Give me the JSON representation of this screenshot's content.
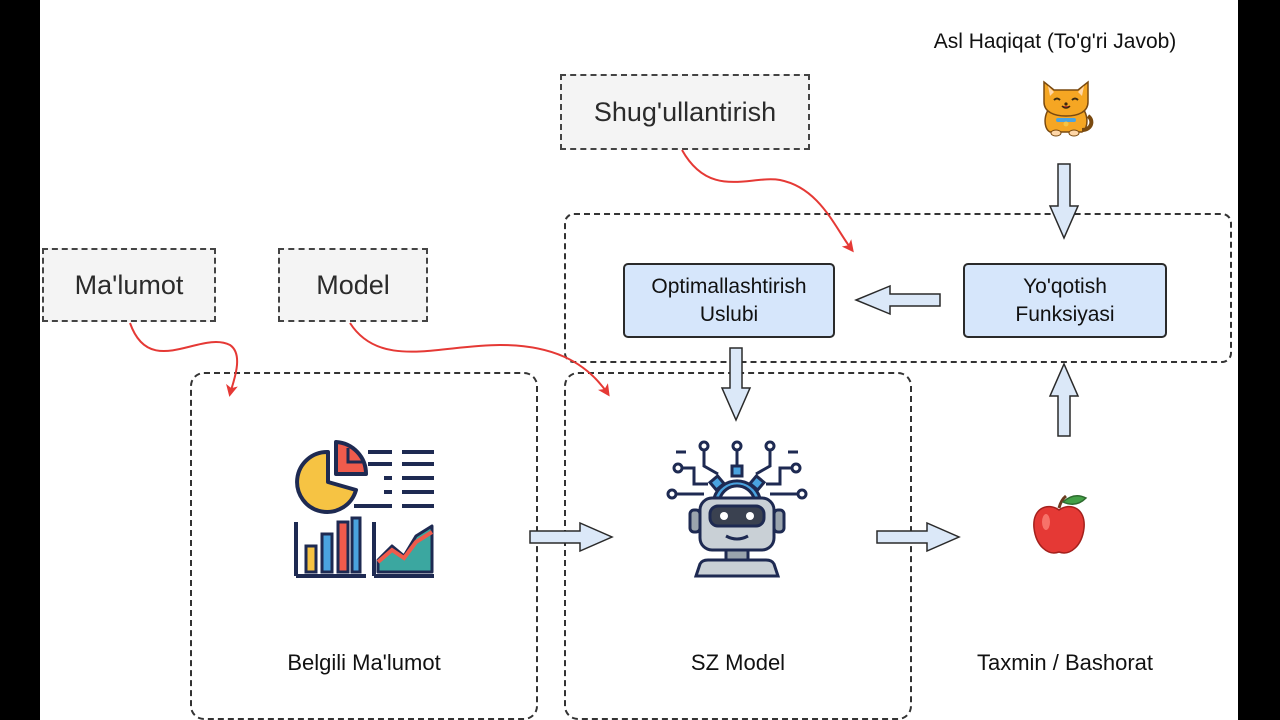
{
  "diagram": {
    "tags": {
      "malumot": "Ma'lumot",
      "model": "Model",
      "shugullantirish": "Shug'ullantirish"
    },
    "processes": {
      "optimizer_line1": "Optimallashtirish",
      "optimizer_line2": "Uslubi",
      "loss_line1": "Yo'qotish",
      "loss_line2": "Funksiyasi"
    },
    "captions": {
      "labeled_data": "Belgili Ma'lumot",
      "ai_model": "SZ Model",
      "prediction": "Taxmin / Bashorat",
      "ground_truth": "Asl Haqiqat (To'g'ri Javob)"
    },
    "icons": {
      "labeled_data": "data-analytics-icon",
      "ai_model": "robot-head-icon",
      "prediction": "apple-icon",
      "ground_truth": "cat-icon"
    },
    "colors": {
      "process_fill": "#d6e6fb",
      "curve_arrow": "#e53935",
      "block_arrow_fill": "#dbe8f8",
      "tag_fill": "#f4f4f4"
    }
  }
}
